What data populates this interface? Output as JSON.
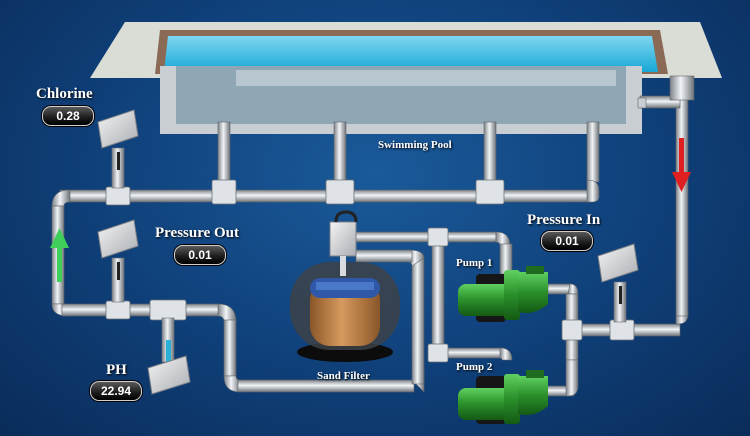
{
  "labels": {
    "chlorine": "Chlorine",
    "pressure_out": "Pressure Out",
    "pressure_in": "Pressure In",
    "ph": "PH",
    "swimming_pool": "Swimming Pool",
    "sand_filter": "Sand Filter",
    "pump1": "Pump 1",
    "pump2": "Pump 2"
  },
  "readings": {
    "chlorine": "0.28",
    "pressure_out": "0.01",
    "pressure_in": "0.01",
    "ph": "22.94"
  },
  "colors": {
    "background": "#0f3f78",
    "pipe": "#b9bec4",
    "water": "#19b6e0",
    "pump": "#2e9b2e",
    "flow_up_arrow": "#3fcf5a",
    "flow_down_arrow": "#e02020",
    "sand": "#b87a44",
    "filter_top": "#2f58a8"
  },
  "icons": {
    "flow_up": "green-up-arrow-icon",
    "flow_down": "red-down-arrow-icon"
  }
}
